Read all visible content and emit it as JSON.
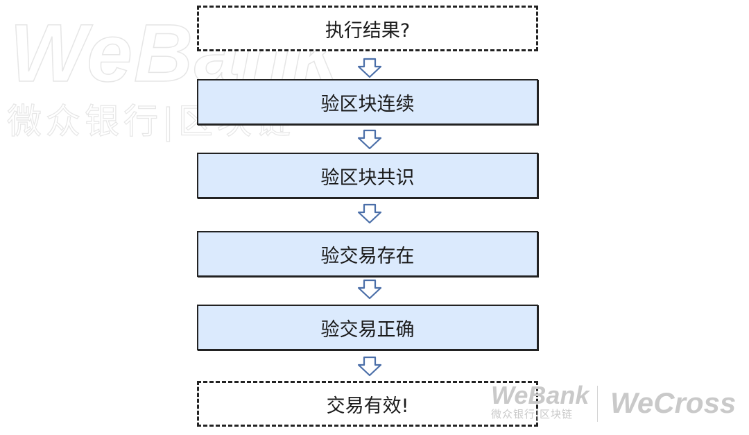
{
  "watermark": {
    "brand": "WeBank",
    "brand_sub": "微众银行|区块链",
    "partner": "WeCross"
  },
  "flow": {
    "start": "执行结果?",
    "steps": [
      "验区块连续",
      "验区块共识",
      "验交易存在",
      "验交易正确"
    ],
    "end": "交易有效!"
  },
  "colors": {
    "step_fill": "#dbeafd",
    "arrow": "#4a6ea8"
  }
}
